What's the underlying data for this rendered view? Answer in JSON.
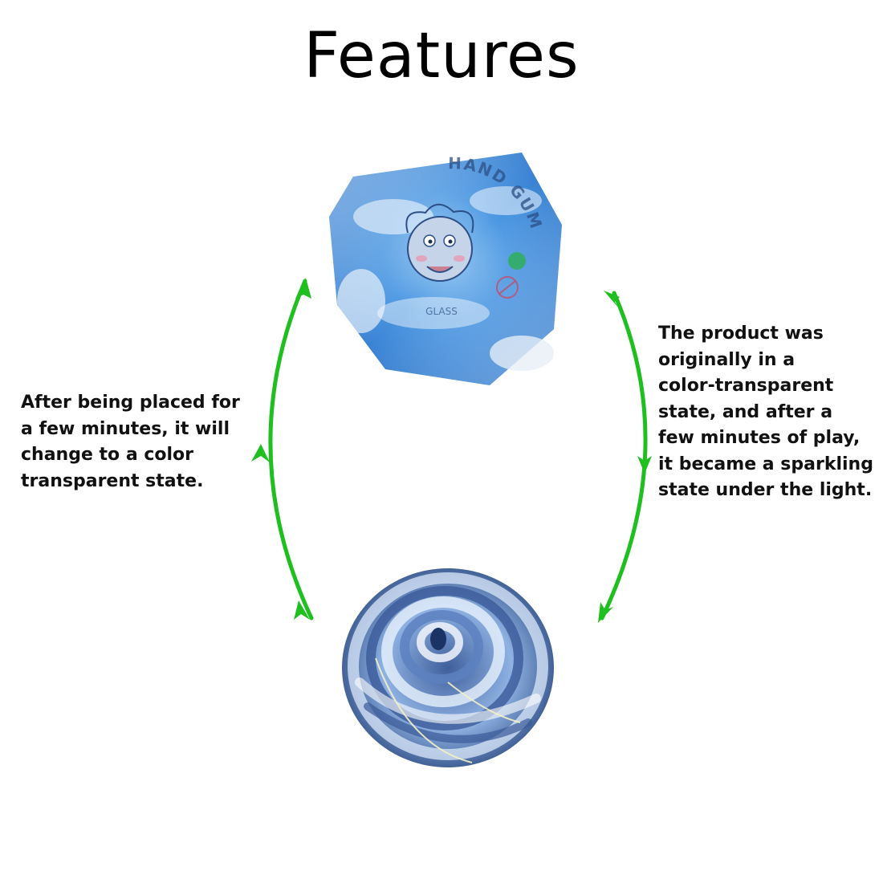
{
  "title": "Features",
  "accent_color": "#1fbf1f",
  "captions": {
    "left": {
      "lines": [
        "After being placed for",
        "a few minutes, it will",
        "change to a color",
        "transparent state."
      ]
    },
    "right": {
      "lines": [
        "The product was",
        "originally in a",
        "color-transparent",
        "state, and after a",
        "few minutes of play,",
        "it became a sparkling",
        "state under the light."
      ]
    }
  },
  "images": {
    "top": {
      "description": "Blue putty in clear plastic wrap with cartoon scientist face label",
      "label_text": "HAND GUM",
      "label_sub": "GLASS"
    },
    "bottom": {
      "description": "Swirled blue and white sparkling putty"
    }
  },
  "arrows": {
    "left": {
      "direction": "up",
      "description": "cycle arrow from bottom image to top image"
    },
    "right": {
      "direction": "down",
      "description": "cycle arrow from top image to bottom image"
    }
  }
}
